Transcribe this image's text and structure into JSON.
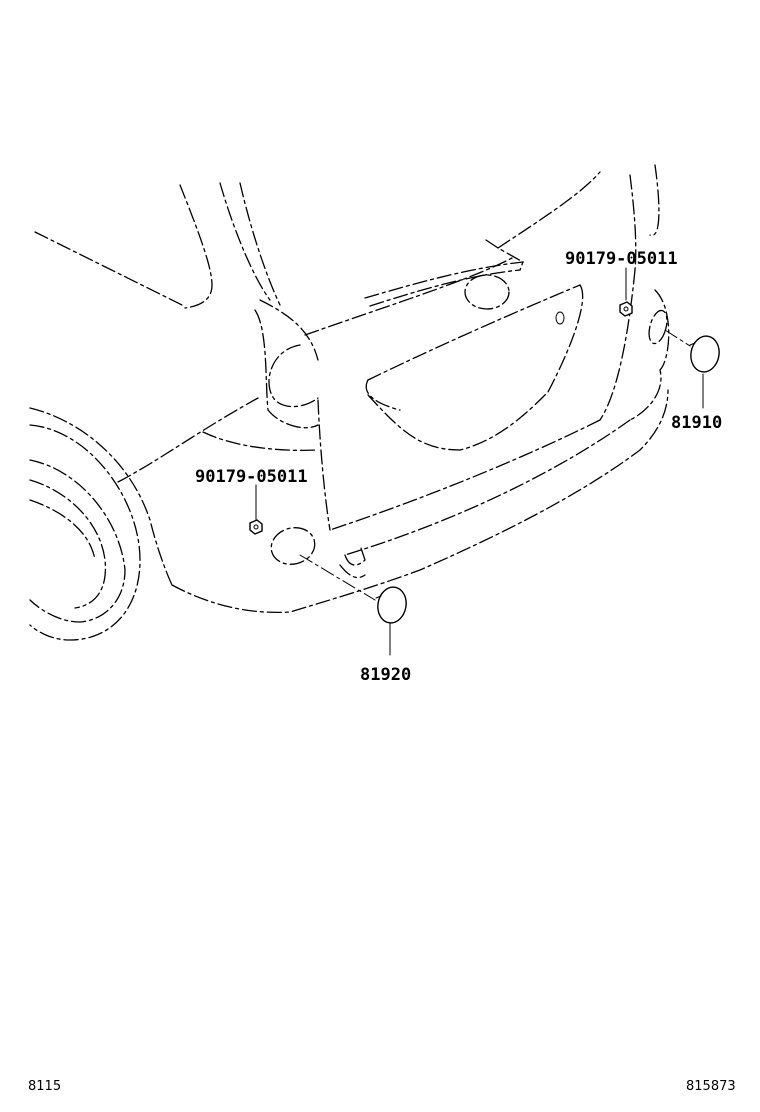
{
  "callouts": {
    "nut_upper": "90179-05011",
    "nut_lower": "90179-05011",
    "reflector_right": "81910",
    "reflector_left": "81920"
  },
  "footer": {
    "left_code": "8115",
    "right_code": "815873"
  }
}
